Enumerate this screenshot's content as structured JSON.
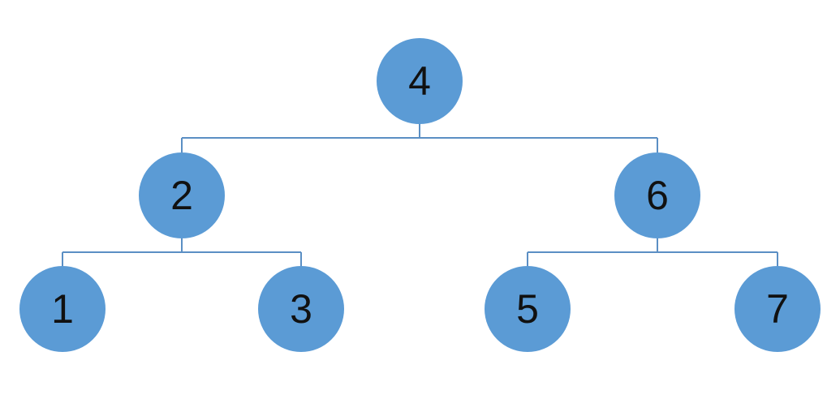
{
  "colors": {
    "node_fill": "#5b9bd5",
    "connector": "#5b8fc4",
    "label": "#111111",
    "background": "#ffffff"
  },
  "tree": {
    "root": {
      "label": "4",
      "children": [
        {
          "label": "2",
          "children": [
            {
              "label": "1"
            },
            {
              "label": "3"
            }
          ]
        },
        {
          "label": "6",
          "children": [
            {
              "label": "5"
            },
            {
              "label": "7"
            }
          ]
        }
      ]
    }
  }
}
